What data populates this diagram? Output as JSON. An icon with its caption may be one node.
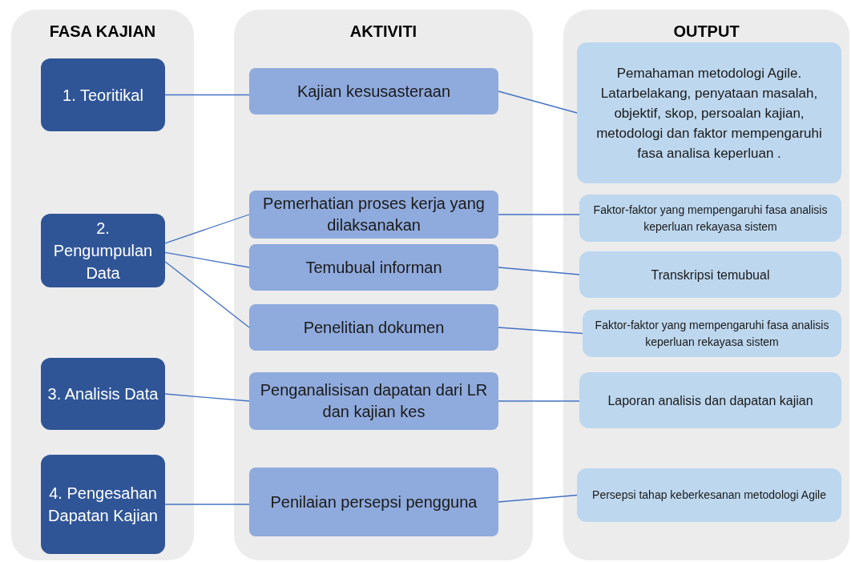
{
  "diagram": {
    "nodes": [
      {
        "text": [
          "FASA KAJIAN"
        ]
      },
      {
        "text": [
          "1. Teoritikal"
        ],
        "in": 0
      },
      {
        "text": [
          "2. Pengumpulan Data"
        ],
        "in": 0
      },
      {
        "text": [
          "3. Analisis Data"
        ],
        "in": 0
      },
      {
        "text": [
          "4. Pengesahan Dapatan Kajian"
        ],
        "in": 0
      },
      {
        "text": [
          "AKTIVITI"
        ]
      },
      {
        "text": [
          "Kajian kesusasteraan"
        ],
        "in": 5
      },
      {
        "text": [
          "Pemerhatian proses kerja yang dilaksanakan"
        ],
        "in": 5
      },
      {
        "text": [
          "Temubual informan"
        ],
        "in": 5
      },
      {
        "text": [
          "Penelitian dokumen"
        ],
        "in": 5
      },
      {
        "text": [
          "Penganalisisan dapatan dari LR dan kajian kes"
        ],
        "in": 5
      },
      {
        "text": [
          "Penilaian persepsi pengguna"
        ],
        "in": 5
      },
      {
        "text": [
          "OUTPUT"
        ]
      },
      {
        "text": [
          "Pemahaman metodologi Agile. Latarbelakang, penyataan masalah, objektif, skop, persoalan kajian, metodologi dan faktor mempengaruhi fasa analisa keperluan ."
        ],
        "in": 12
      },
      {
        "text": [
          "Faktor-faktor yang mempengaruhi fasa analisis keperluan rekayasa sistem"
        ],
        "in": 12
      },
      {
        "text": [
          "Transkripsi temubual"
        ],
        "in": 12
      },
      {
        "text": [
          "Faktor-faktor yang mempengaruhi fasa analisis keperluan rekayasa sistem"
        ],
        "in": 12
      },
      {
        "text": [
          "Laporan analisis dan dapatan kajian"
        ],
        "in": 12
      },
      {
        "text": [
          "Persepsi tahap keberkesanan metodologi Agile"
        ],
        "in": 12
      }
    ],
    "edges": [
      {
        "from": 1,
        "to": 6,
        "arrow": "none"
      },
      {
        "from": 2,
        "to": 7,
        "arrow": "none"
      },
      {
        "from": 2,
        "to": 8,
        "arrow": "none"
      },
      {
        "from": 2,
        "to": 9,
        "arrow": "none"
      },
      {
        "from": 3,
        "to": 10,
        "arrow": "none"
      },
      {
        "from": 4,
        "to": 11,
        "arrow": "none"
      },
      {
        "from": 6,
        "to": 13,
        "arrow": "none"
      },
      {
        "from": 7,
        "to": 14,
        "arrow": "none"
      },
      {
        "from": 8,
        "to": 15,
        "arrow": "none"
      },
      {
        "from": 9,
        "to": 16,
        "arrow": "none"
      },
      {
        "from": 10,
        "to": 17,
        "arrow": "none"
      },
      {
        "from": 11,
        "to": 18,
        "arrow": "none"
      }
    ]
  }
}
